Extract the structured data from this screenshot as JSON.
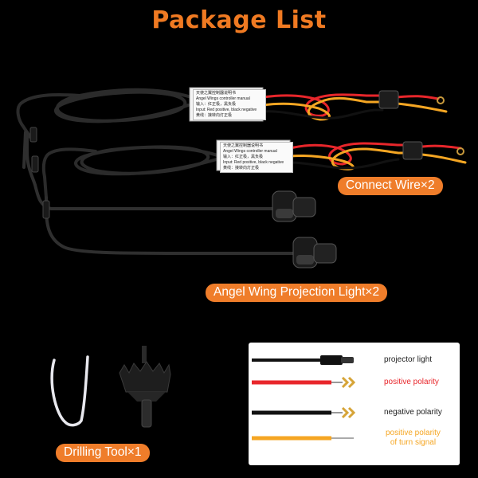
{
  "header": {
    "title": "Package List"
  },
  "badges": {
    "connect_wire": "Connect Wire×2",
    "projection_light": "Angel Wing Projection Light×2",
    "drilling_tool": "Drilling Tool×1"
  },
  "manual_card": {
    "title_cn": "天使之翼控制器说明书",
    "title_en": "Angel Wings controller manual",
    "line_cn": "输入：红正极，黑负极",
    "line_en": "Input: Red positive, black negative",
    "line3_cn": "黄线：接转向灯正极"
  },
  "legend": {
    "projector_light": "projector light",
    "positive_polarity": "positive polarity",
    "negative_polarity": "negative polarity",
    "turn_signal_line1": "positive polarity",
    "turn_signal_line2": "of turn signal"
  },
  "colors": {
    "accent": "#ef7d2a",
    "title": "#f07a22",
    "positive": "#e8262b",
    "turn_signal": "#f5a623",
    "negative": "#111111"
  }
}
